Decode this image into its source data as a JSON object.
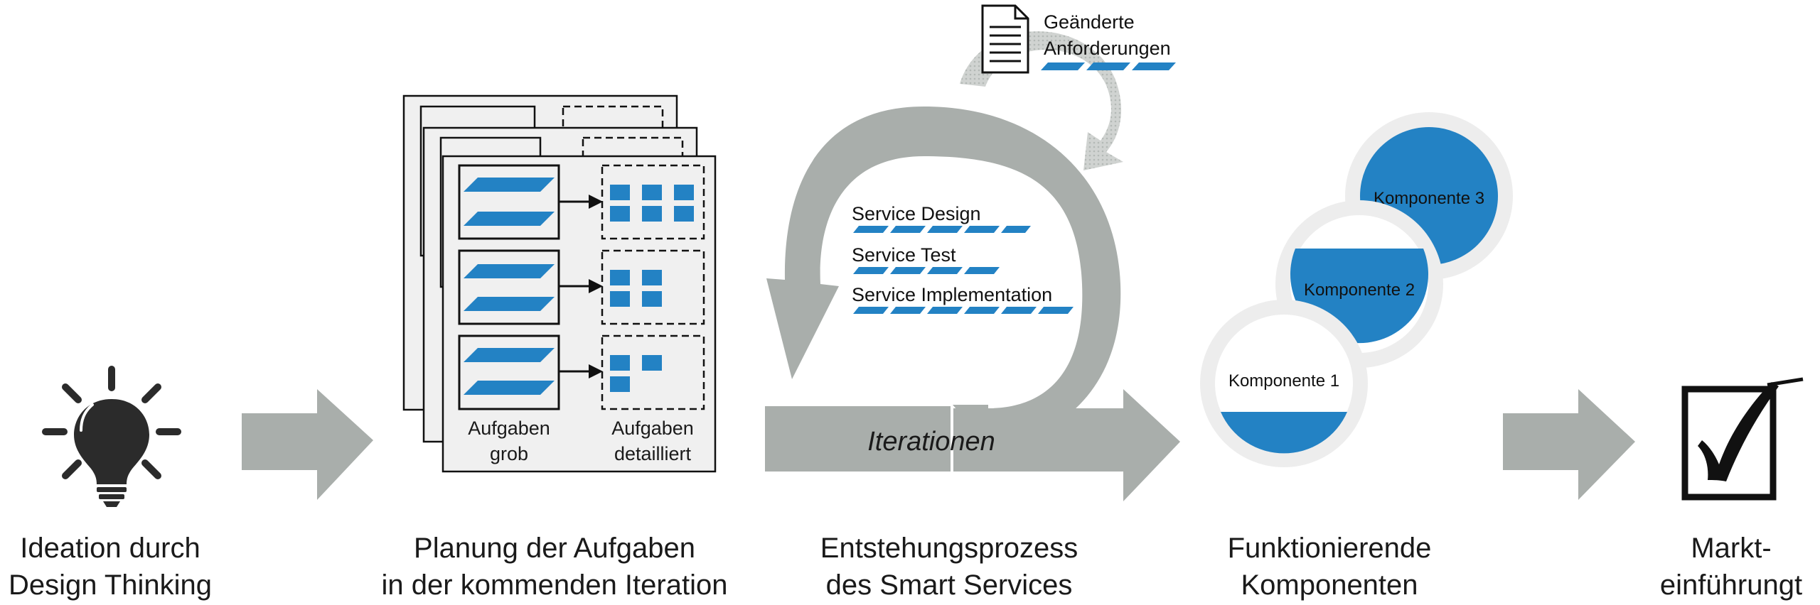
{
  "stages": [
    {
      "id": "ideation",
      "caption_line1": "Ideation durch",
      "caption_line2": "Design Thinking",
      "icon": "lightbulb-icon"
    },
    {
      "id": "planung",
      "caption_line1": "Planung der Aufgaben",
      "caption_line2": "in der kommenden Iteration",
      "label_coarse_line1": "Aufgaben",
      "label_coarse_line2": "grob",
      "label_detail_line1": "Aufgaben",
      "label_detail_line2": "detailliert"
    },
    {
      "id": "entstehung",
      "caption_line1": "Entstehungsprozess",
      "caption_line2": "des Smart Services",
      "iterations_label": "Iterationen",
      "tasks": [
        "Service Design",
        "Service Test",
        "Service Implementation"
      ],
      "changed_requirements_line1": "Geänderte",
      "changed_requirements_line2": "Anforderungen",
      "icon": "document-icon"
    },
    {
      "id": "komponenten",
      "caption_line1": "Funktionierende",
      "caption_line2": "Komponenten",
      "components": [
        {
          "label": "Komponente 1",
          "fill": 0.3
        },
        {
          "label": "Komponente 2",
          "fill": 0.75
        },
        {
          "label": "Komponente 3",
          "fill": 1.0
        }
      ]
    },
    {
      "id": "markt",
      "caption_line1": "Markt-",
      "caption_line2": "einführungt",
      "icon": "checkbox-checked-icon"
    }
  ],
  "colors": {
    "gray": "#a9aeab",
    "lightgray": "#ededed",
    "blue": "#2382c4",
    "dark": "#222222"
  }
}
